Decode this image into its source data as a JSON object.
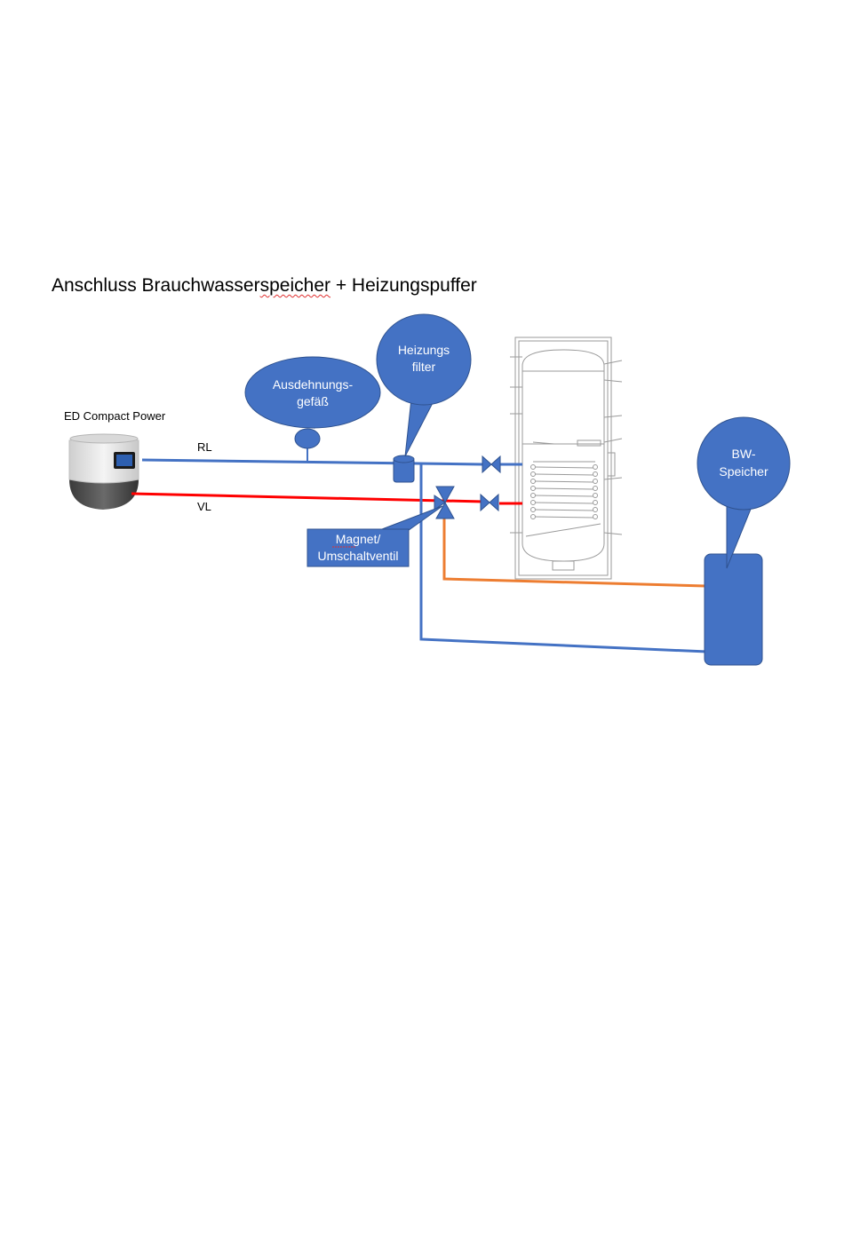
{
  "title": {
    "prefix": "Anschluss Brauchwasser",
    "spell_word": "speicher",
    "suffix": " + Heizungspuffer"
  },
  "device": {
    "name": "ED Compact Power"
  },
  "lines": {
    "return_label": "RL",
    "flow_label": "VL"
  },
  "bubbles": {
    "expansion": {
      "line1": "Ausdehnungs-",
      "line2": "gefäß"
    },
    "filter": {
      "line1": "Heizungs",
      "line2": "filter"
    },
    "dhw": {
      "line1": "BW-",
      "line2": "Speicher"
    }
  },
  "valve_box": {
    "line1": "Magnet/",
    "line2": "Umschaltventil"
  },
  "colors": {
    "blue_pipe": "#4472c4",
    "red_pipe": "#ff0000",
    "orange_pipe": "#ed7d31",
    "shape_fill": "#4472c4",
    "shape_stroke": "#2f528f"
  }
}
